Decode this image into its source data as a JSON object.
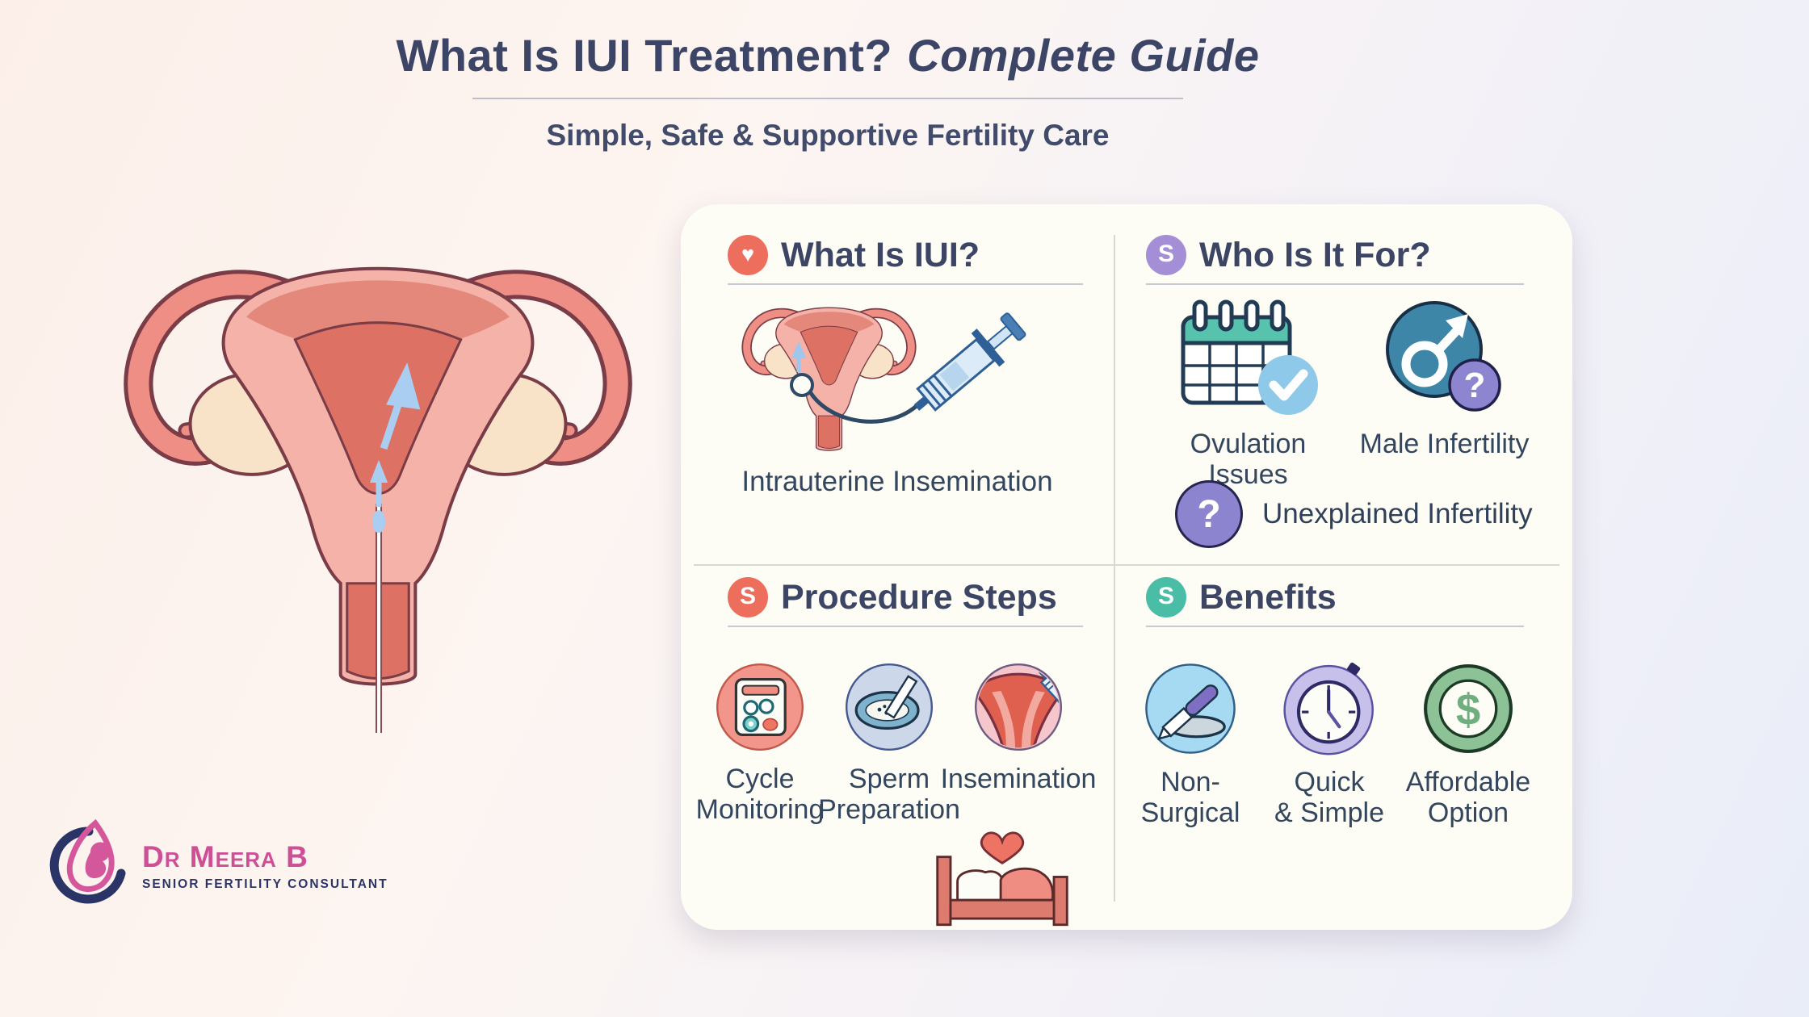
{
  "header": {
    "title_bold": "What Is IUI Treatment?",
    "title_italic": "Complete Guide",
    "subtitle": "Simple, Safe & Supportive Fertility Care"
  },
  "card": {
    "what_is_iui": {
      "title": "What Is IUI?",
      "badge_glyph": "♥",
      "badge_icon": "heart-icon",
      "illustration": "uterus-with-syringe-illustration",
      "caption": "Intrauterine Insemination"
    },
    "who_is_it_for": {
      "title": "Who Is It For?",
      "badge_glyph": "S",
      "items": [
        {
          "icon": "calendar-check-icon",
          "label": "Ovulation Issues"
        },
        {
          "icon": "male-symbol-question-icon",
          "badge_glyph": "?",
          "label": "Male Infertility"
        },
        {
          "icon": "question-mark-icon",
          "glyph": "?",
          "label": "Unexplained Infertility"
        }
      ]
    },
    "procedure_steps": {
      "title": "Procedure Steps",
      "badge_glyph": "S",
      "steps": [
        {
          "icon": "cycle-monitoring-icon",
          "label": "Cycle\nMonitoring"
        },
        {
          "icon": "sperm-preparation-icon",
          "label": "Sperm\nPreparation"
        },
        {
          "icon": "insemination-icon",
          "label": "Insemination"
        }
      ],
      "footer_icon": "bed-with-heart-icon"
    },
    "benefits": {
      "title": "Benefits",
      "badge_glyph": "S",
      "items": [
        {
          "icon": "catheter-instrument-icon",
          "label": "Non-Surgical"
        },
        {
          "icon": "clock-icon",
          "label": "Quick\n& Simple"
        },
        {
          "icon": "dollar-icon",
          "glyph": "$",
          "label": "Affordable\nOption"
        }
      ]
    }
  },
  "logo": {
    "name": "Dr Meera B",
    "tagline": "Senior Fertility Consultant",
    "icon": "fetus-emblem-icon"
  },
  "colors": {
    "accent_coral": "#ee6e5d",
    "accent_purple": "#a48fd6",
    "accent_teal": "#49bda6",
    "heading_text": "#3d4566",
    "body_text": "#34465e",
    "card_bg": "#fdfdf6",
    "logo_pink": "#cf4f96",
    "logo_navy": "#2b3467"
  }
}
